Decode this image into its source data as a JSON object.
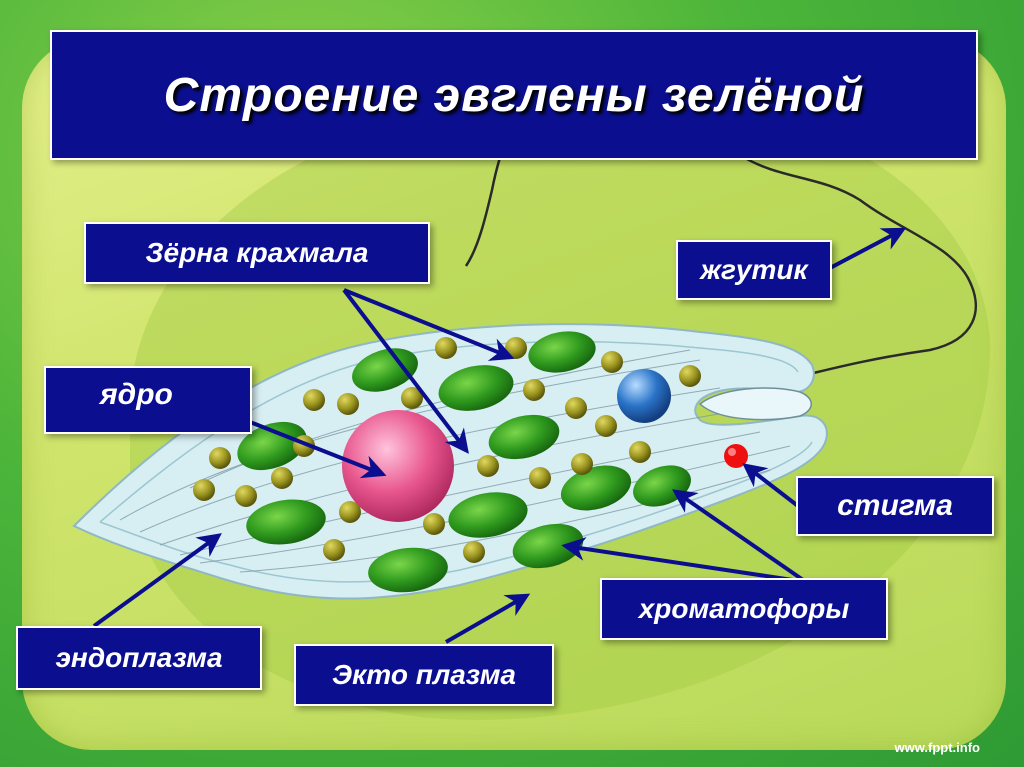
{
  "slide": {
    "title": "Строение эвглены зелёной",
    "footer": "www.fppt.info"
  },
  "labels": {
    "starch": "Зёрна крахмала",
    "flagellum": "жгутик",
    "nucleus": "ядро",
    "stigma": "стигма",
    "chromatophores": "хроматофоры",
    "endoplasm": "эндоплазма",
    "ectoplasm": "Экто плазма"
  },
  "colors": {
    "label_bg": "#0b0f8f",
    "arrow": "#0b0f8f",
    "chromatophore": "#2f9a1e",
    "starch_grain": "#9a9420",
    "nucleus": "#e8568e",
    "vacuole": "#2a74c8",
    "stigma": "#ee1010",
    "cell_body": "#d7eef3"
  }
}
